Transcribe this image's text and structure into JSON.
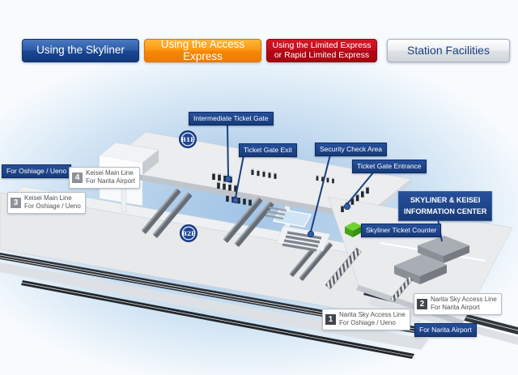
{
  "nav": {
    "buttons": [
      {
        "label": "Using the Skyliner"
      },
      {
        "label": "Using the Access Express"
      },
      {
        "lines": [
          "Using the Limited Express",
          "or Rapid Limited Express"
        ]
      },
      {
        "label": "Station Facilities"
      }
    ]
  },
  "diagram": {
    "floor_badges": [
      "B1F",
      "B2F"
    ],
    "annotations": {
      "intermediate_ticket_gate": "Intermediate Ticket Gate",
      "ticket_gate_exit": "Ticket Gate Exit",
      "security_check_area": "Security Check Area",
      "ticket_gate_entrance": "Ticket Gate Entrance",
      "info_center": [
        "SKYLINER & KEISEI",
        "INFORMATION CENTER"
      ],
      "skyliner_ticket_counter": "Skyliner Ticket Counter",
      "direction_oshiage_ueno": "For Oshiage / Ueno",
      "direction_narita_airport": "For Narita Airport"
    },
    "platforms": [
      {
        "number": "4",
        "line": "Keisei Main Line",
        "direction": "For Narita Airport"
      },
      {
        "number": "3",
        "line": "Keisei Main Line",
        "direction": "For Oshiage / Ueno"
      },
      {
        "number": "1",
        "line": "Narita Sky Access Line",
        "direction": "For Oshiage / Ueno"
      },
      {
        "number": "2",
        "line": "Narita Sky Access Line",
        "direction": "For Narita Airport"
      }
    ],
    "colors": {
      "label_navy": "#1d4083",
      "skyliner_blue": "#1c4692",
      "access_orange": "#f68b07",
      "limited_red": "#c00d1d",
      "counter_green": "#5cc427"
    }
  }
}
